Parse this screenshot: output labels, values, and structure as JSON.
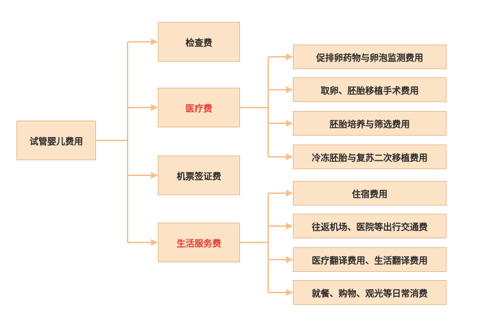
{
  "root": {
    "label": "试管婴儿费用"
  },
  "categories": [
    {
      "label": "检查费",
      "highlight": false
    },
    {
      "label": "医疗费",
      "highlight": true
    },
    {
      "label": "机票签证费",
      "highlight": false
    },
    {
      "label": "生活服务费",
      "highlight": true
    }
  ],
  "medical_items": [
    {
      "label": "促排卵药物与卵泡监测费用"
    },
    {
      "label": "取卵、胚胎移植手术费用"
    },
    {
      "label": "胚胎培养与筛选费用"
    },
    {
      "label": "冷冻胚胎与复苏二次移植费用"
    }
  ],
  "living_items": [
    {
      "label": "住宿费用"
    },
    {
      "label": "往返机场、医院等出行交通费"
    },
    {
      "label": "医疗翻译费用、生活翻译费用"
    },
    {
      "label": "就餐、购物、观光等日常消费"
    }
  ],
  "colors": {
    "box_fill": "#fde3c6",
    "box_border": "#e4b88f",
    "connector": "#f5c08a",
    "highlight_text": "#e53935"
  }
}
